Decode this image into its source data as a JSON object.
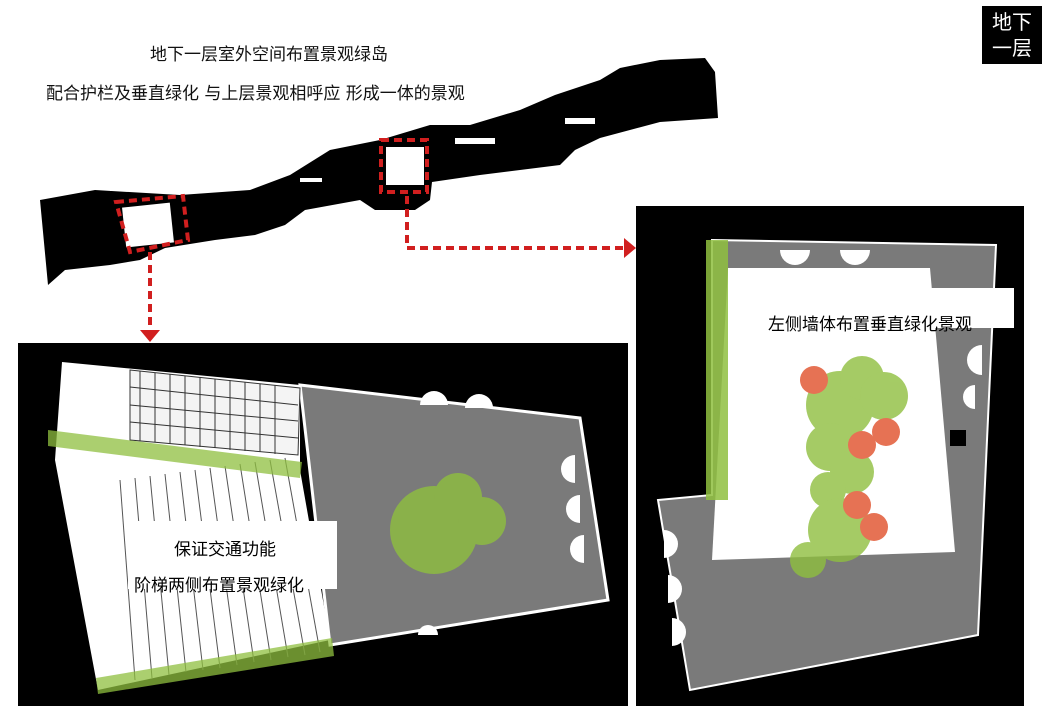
{
  "intro": {
    "line1": "地下一层室外空间布置景观绿岛",
    "line2": "配合护栏及垂直绿化 与上层景观相呼应 形成一体的景观"
  },
  "level_tag": {
    "line1": "地下",
    "line2": "一层"
  },
  "callouts": {
    "stair_line1": "保证交通功能",
    "stair_line2": "阶梯两侧布置景观绿化",
    "wall_line1": "左侧墙体布置垂直绿化景观"
  },
  "colors": {
    "background": "#000000",
    "plan_gray": "#7a7a7a",
    "planting_green": "#8fbf3f",
    "tree_red": "#e0502a",
    "marker_red": "#d11f1f"
  }
}
